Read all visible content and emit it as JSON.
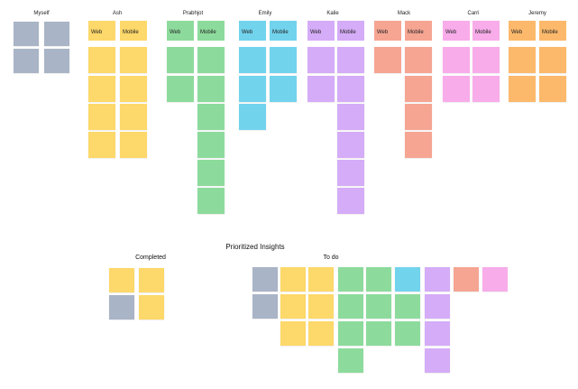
{
  "board": {
    "columns": [
      {
        "title": "Myself"
      },
      {
        "title": "Ash"
      },
      {
        "title": "Prabhjot"
      },
      {
        "title": "Emily"
      },
      {
        "title": "Kalie"
      },
      {
        "title": "Mack"
      },
      {
        "title": "Carri"
      },
      {
        "title": "Jeremy"
      }
    ],
    "header_labels": {
      "web": "Web",
      "mobile": "Mobile"
    },
    "section": {
      "title": "Prioritized Insights",
      "completed": "Completed",
      "todo": "To do"
    }
  },
  "colors": {
    "gray": "#a9b4c6",
    "yellow": "#fdd86a",
    "green": "#8ddb9c",
    "blue": "#72d3ed",
    "purple": "#d5acf7",
    "salmon": "#f6a593",
    "pink": "#f8acea",
    "orange": "#fcb96c"
  }
}
